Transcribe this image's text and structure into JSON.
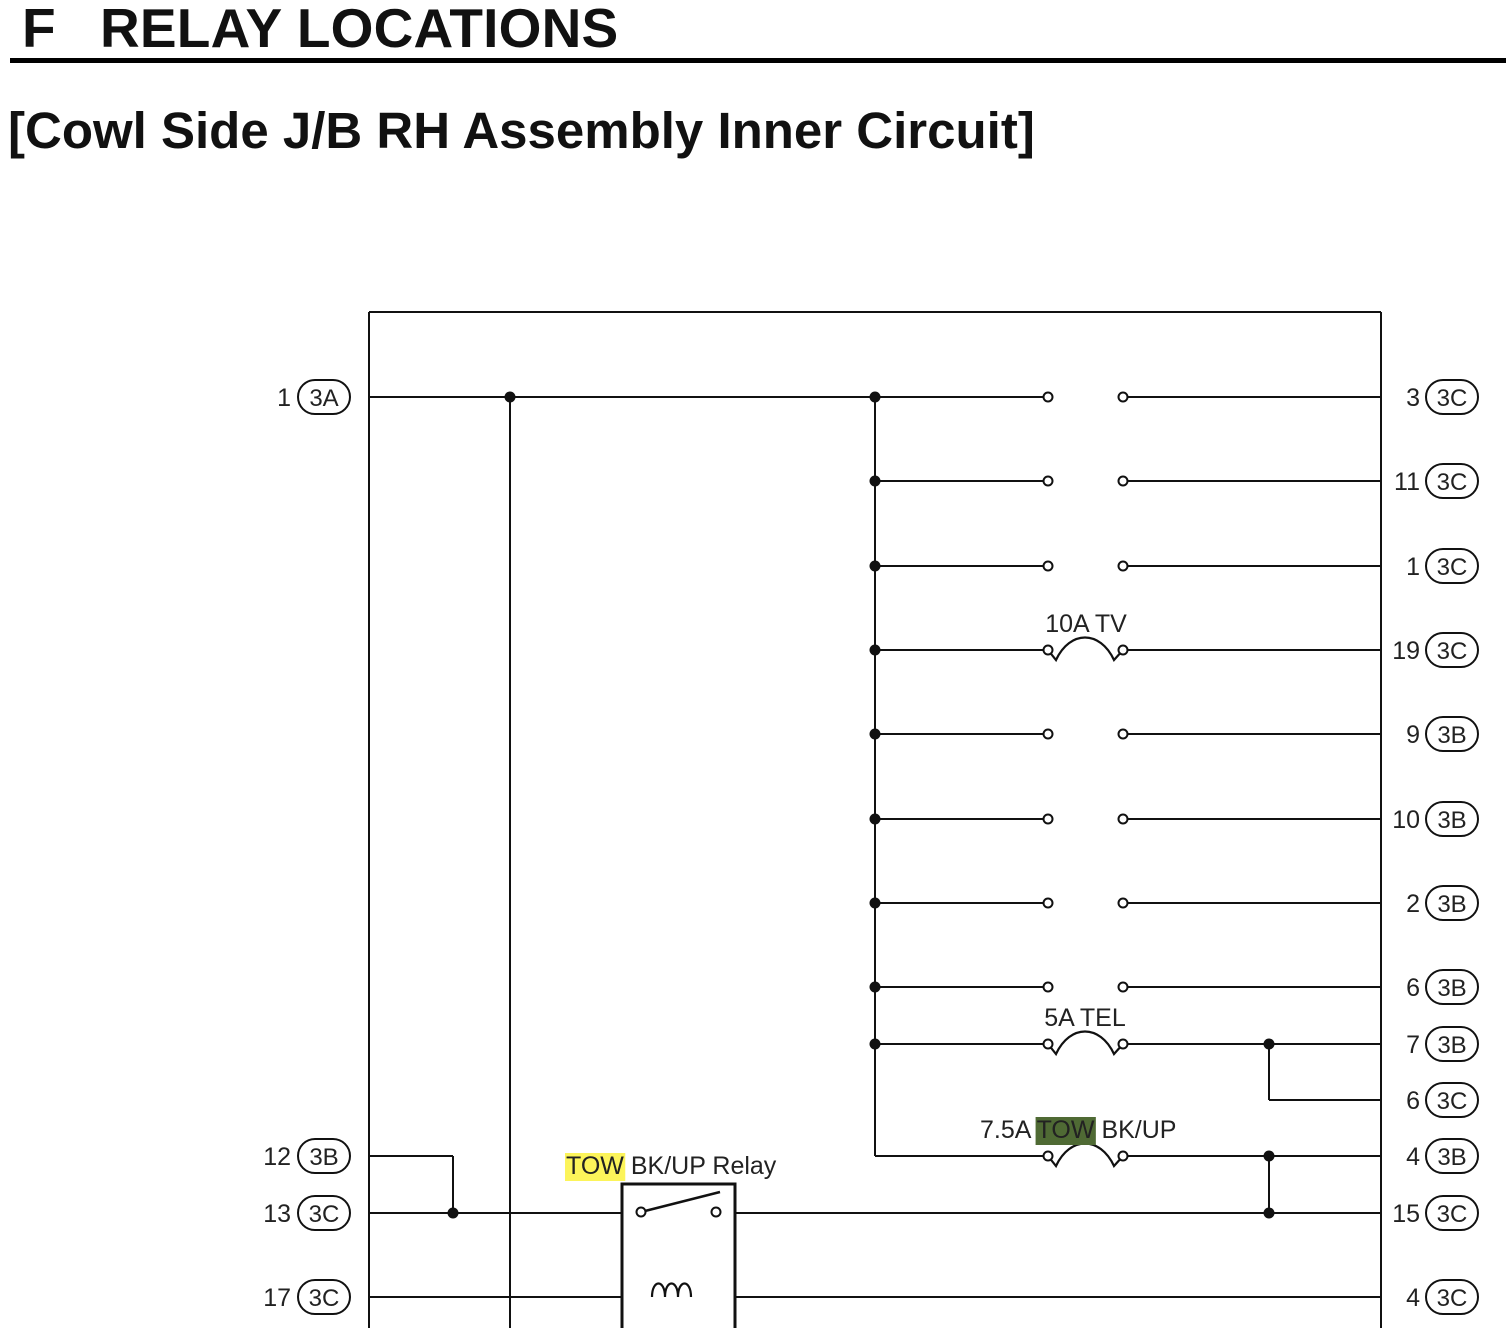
{
  "section": {
    "letter": "F",
    "title": "RELAY LOCATIONS"
  },
  "subtitle": "[Cowl Side J/B RH Assembly Inner Circuit]",
  "colors": {
    "highlight_yellow": "#fcf45a",
    "highlight_green": "#4f6a34",
    "line": "#111111"
  },
  "left_terminals": [
    {
      "pin": "1",
      "connector": "3A"
    },
    {
      "pin": "12",
      "connector": "3B"
    },
    {
      "pin": "13",
      "connector": "3C"
    },
    {
      "pin": "17",
      "connector": "3C"
    }
  ],
  "right_terminals": [
    {
      "pin": "3",
      "connector": "3C"
    },
    {
      "pin": "11",
      "connector": "3C"
    },
    {
      "pin": "1",
      "connector": "3C"
    },
    {
      "pin": "19",
      "connector": "3C"
    },
    {
      "pin": "9",
      "connector": "3B"
    },
    {
      "pin": "10",
      "connector": "3B"
    },
    {
      "pin": "2",
      "connector": "3B"
    },
    {
      "pin": "6",
      "connector": "3B"
    },
    {
      "pin": "7",
      "connector": "3B"
    },
    {
      "pin": "6",
      "connector": "3C"
    },
    {
      "pin": "4",
      "connector": "3B"
    },
    {
      "pin": "15",
      "connector": "3C"
    },
    {
      "pin": "4",
      "connector": "3C"
    }
  ],
  "fuses": [
    {
      "label": "10A TV"
    },
    {
      "label": "5A TEL"
    },
    {
      "label_prefix": "7.5A",
      "label_highlight": "TOW",
      "label_suffix": "BK/UP"
    }
  ],
  "relay": {
    "label_highlight": "TOW",
    "label_suffix": "BK/UP Relay"
  }
}
